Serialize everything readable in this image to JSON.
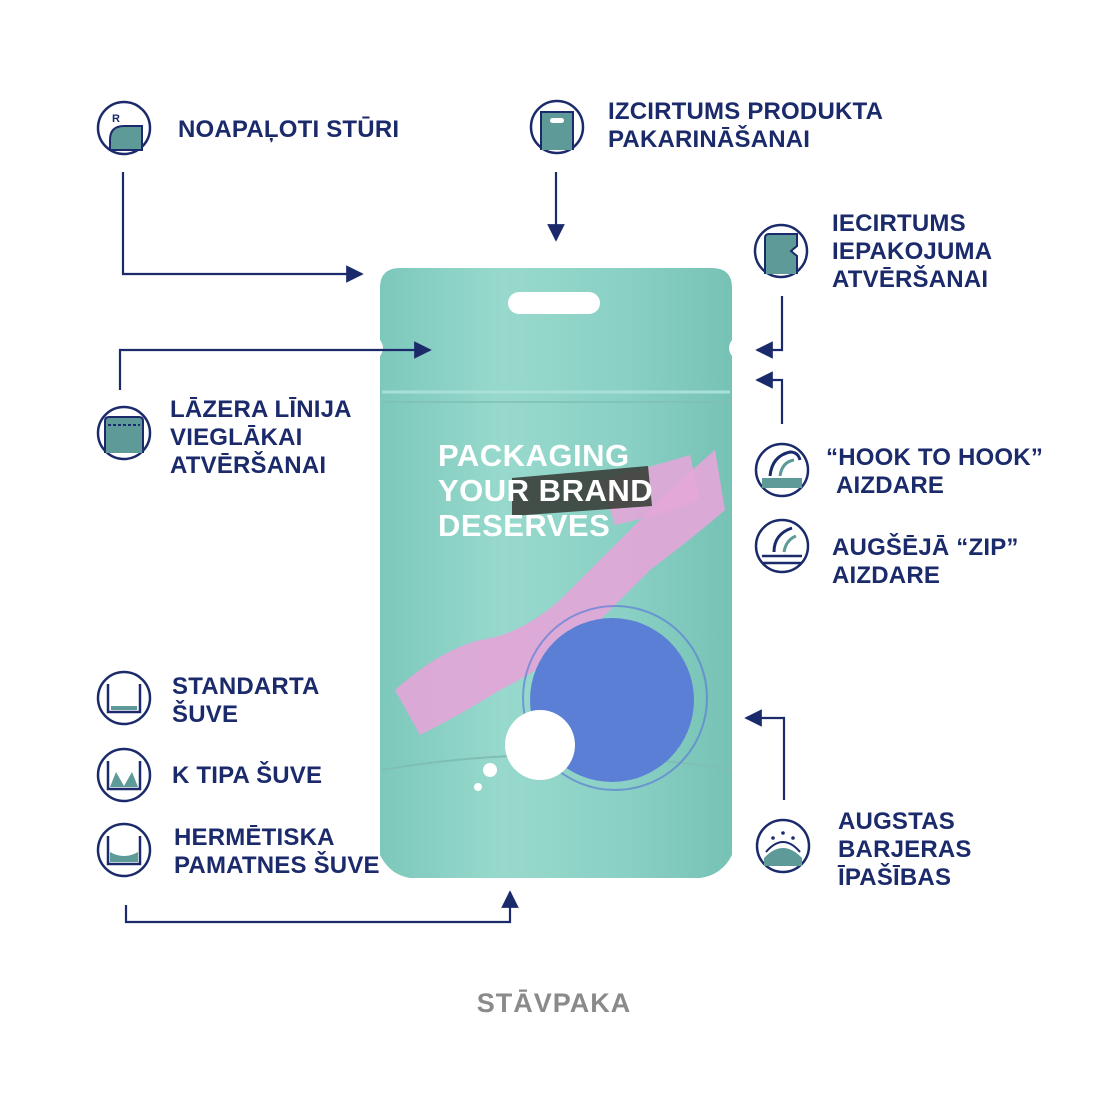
{
  "features": {
    "rounded_corners": {
      "lines": [
        "NOAPAĻOTI STŪRI"
      ],
      "icon": "rounded-corner-icon"
    },
    "hang_hole": {
      "lines": [
        "IZCIRTUMS PRODUKTA",
        "PAKARINĀŠANAI"
      ],
      "icon": "hang-hole-icon"
    },
    "tear_notch": {
      "lines": [
        "IECIRTUMS",
        "IEPAKOJUMA",
        "ATVĒRŠANAI"
      ],
      "icon": "tear-notch-icon"
    },
    "laser_line": {
      "lines": [
        "LĀZERA LĪNIJA",
        "VIEGLĀKAI",
        "ATVĒRŠANAI"
      ],
      "icon": "laser-line-icon"
    },
    "hook_to_hook": {
      "lines": [
        "“HOOK TO HOOK”",
        "AIZDARE"
      ],
      "icon": "hook-zipper-icon"
    },
    "top_zip": {
      "lines": [
        "AUGŠĒJĀ “ZIP”",
        "AIZDARE"
      ],
      "icon": "zip-closure-icon"
    },
    "standard_seam": {
      "lines": [
        "STANDARTA",
        "ŠUVE"
      ],
      "icon": "standard-seam-icon"
    },
    "k_seam": {
      "lines": [
        "K TIPA ŠUVE"
      ],
      "icon": "k-seam-icon"
    },
    "hermetic_seam": {
      "lines": [
        "HERMĒTISKA",
        "PAMATNES ŠUVE"
      ],
      "icon": "hermetic-seam-icon"
    },
    "high_barrier": {
      "lines": [
        "AUGSTAS",
        "BARJERAS",
        "ĪPAŠĪBAS"
      ],
      "icon": "barrier-icon"
    }
  },
  "pouch": {
    "brand_lines": [
      "PACKAGING",
      "YOUR BRAND",
      "DESERVES"
    ],
    "colors": {
      "body": "#8fd3c7",
      "pink": "#e3a6d8",
      "blue": "#5c7fd6",
      "dark_band": "#3a3f3a"
    }
  },
  "caption": "STĀVPAKA",
  "colors": {
    "navy": "#1b2a6b",
    "teal": "#5d9a98",
    "caption": "#8a8a8a"
  },
  "icon_symbols": {
    "radius": "R"
  }
}
